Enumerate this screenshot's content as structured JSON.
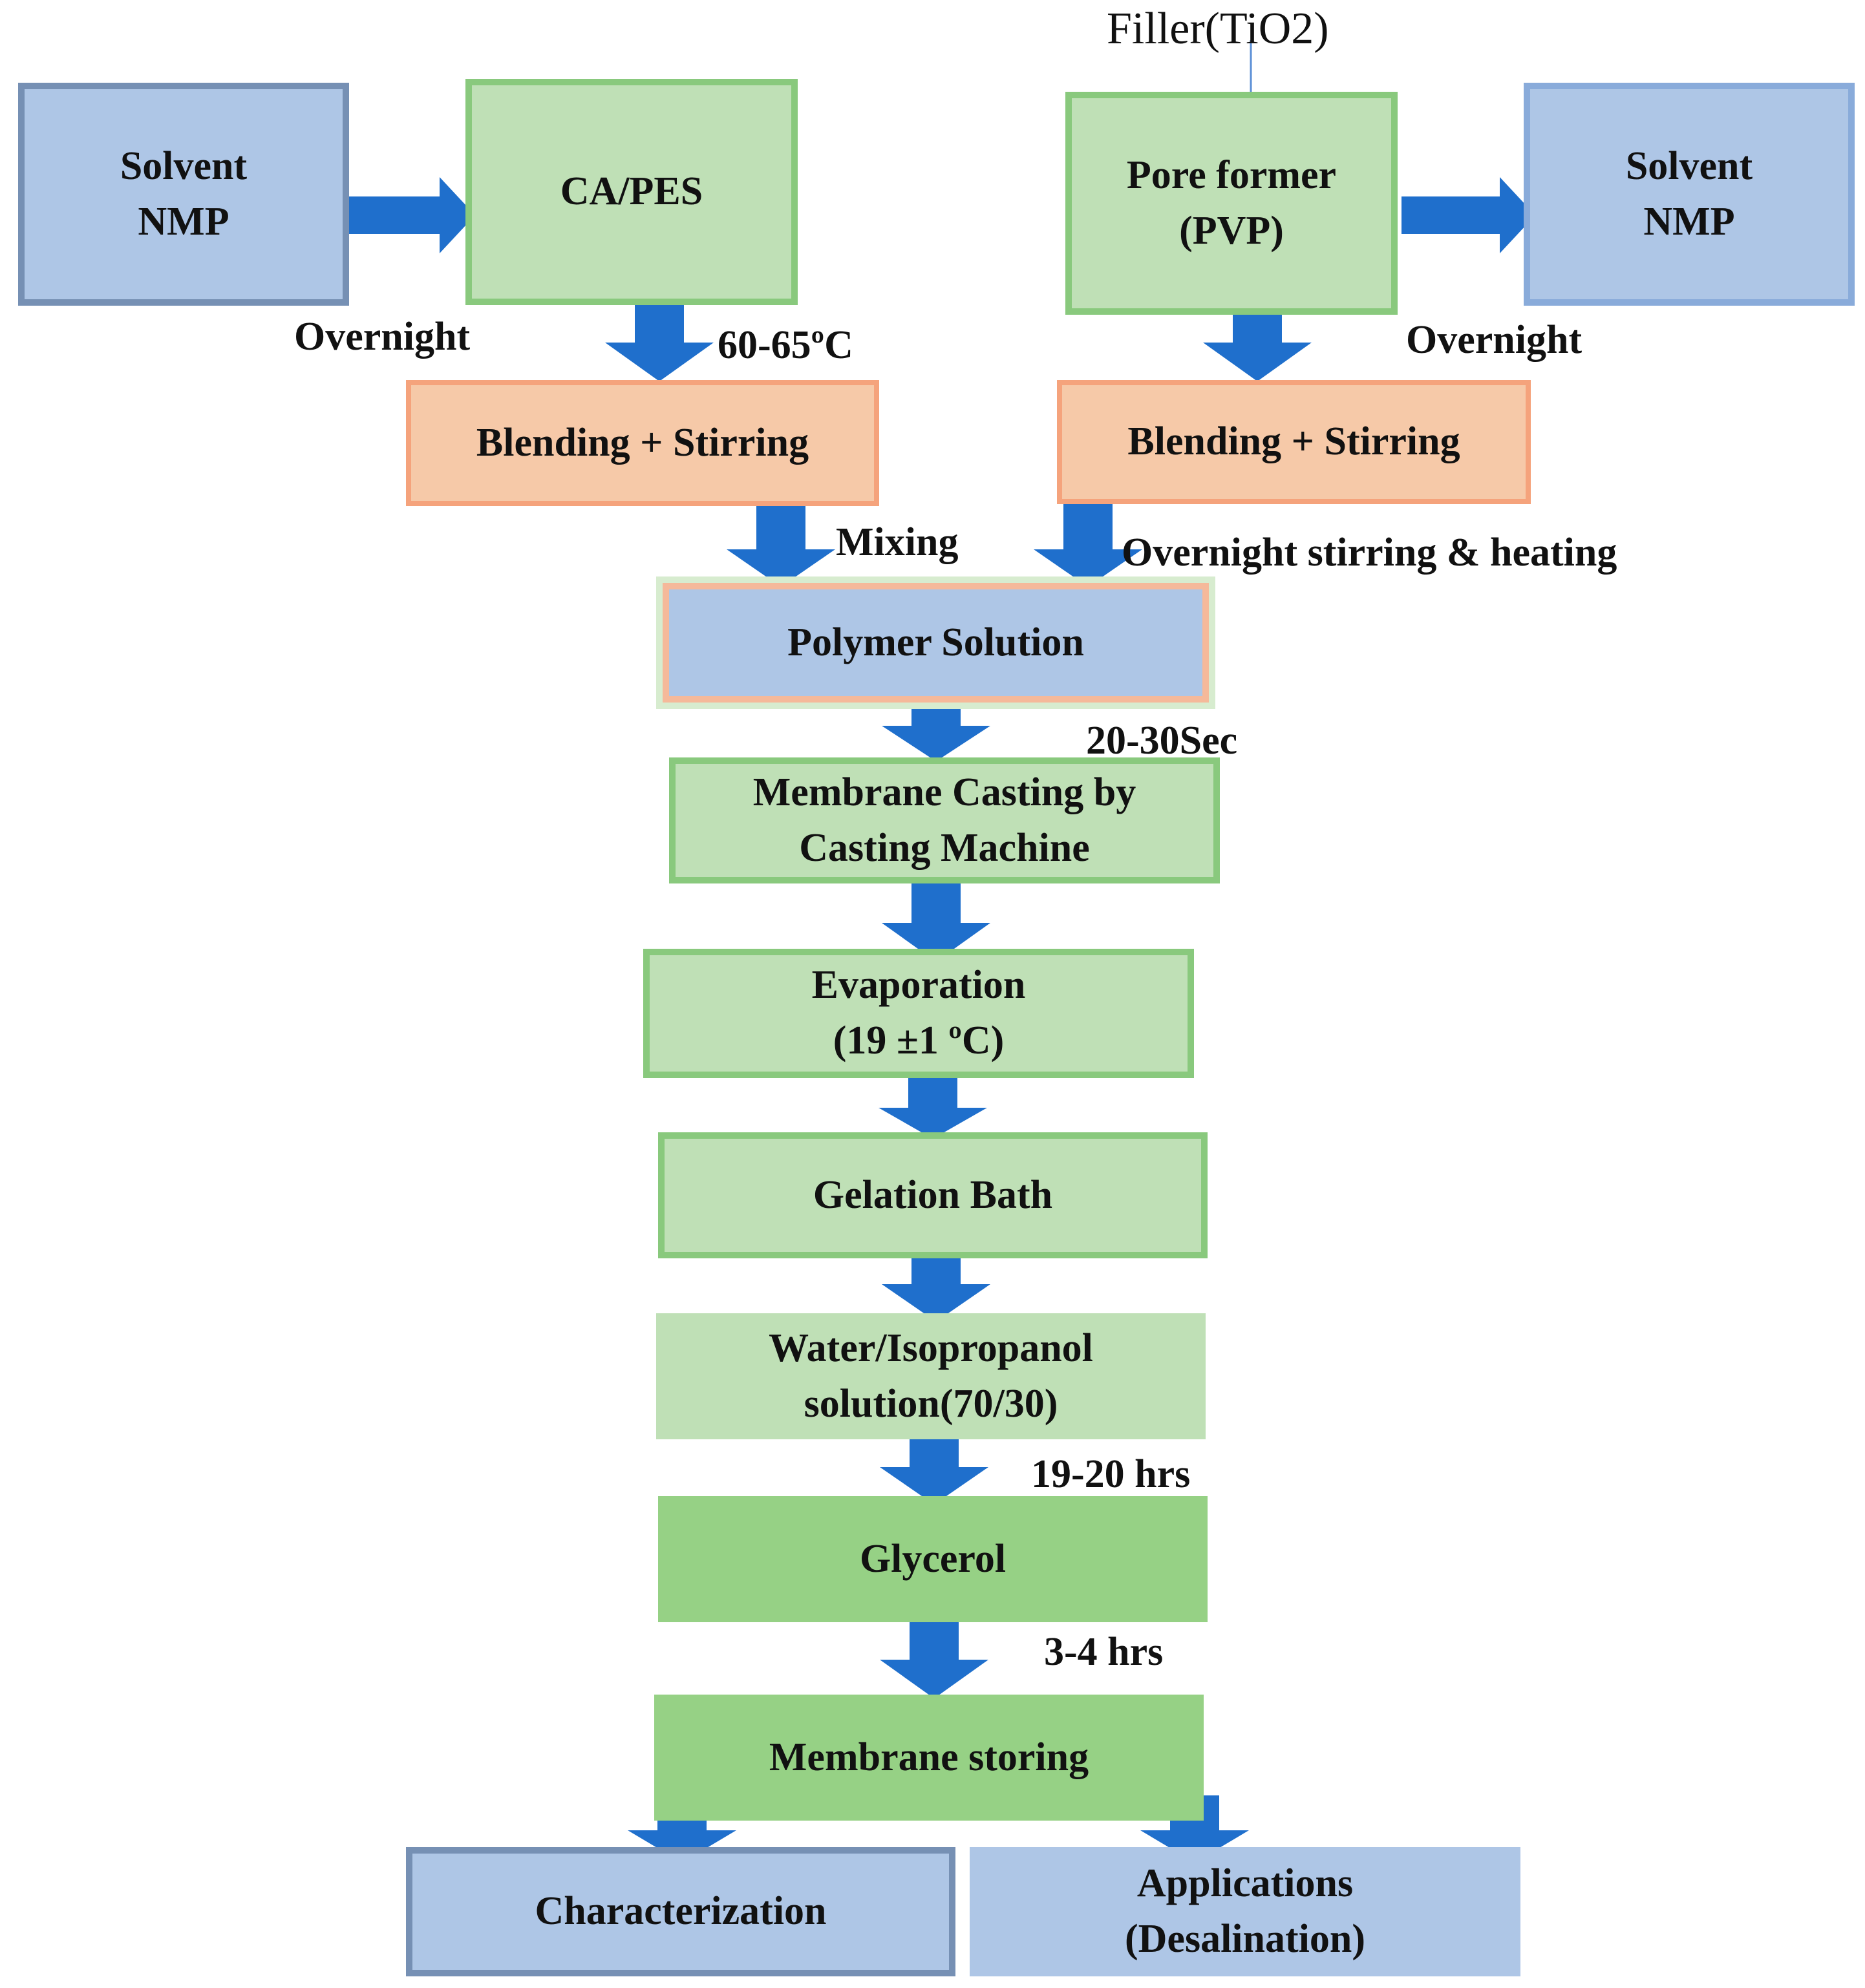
{
  "colors": {
    "arrow": "#1f6fcc",
    "box_blue": "#aec6e6",
    "box_green": "#bfe0b6",
    "box_green_dark": "#96d185",
    "box_orange": "#f6c9a8"
  },
  "filler_label": "Filler(TiO2)",
  "boxes": {
    "solvent_left": {
      "line1": "Solvent",
      "line2": "NMP"
    },
    "ca_pes": {
      "line1": "CA/PES"
    },
    "pore_former": {
      "line1": "Pore former",
      "line2": "(PVP)"
    },
    "solvent_right": {
      "line1": "Solvent",
      "line2": "NMP"
    },
    "blending_left": {
      "line1": "Blending + Stirring"
    },
    "blending_right": {
      "line1": "Blending + Stirring"
    },
    "polymer_solution": {
      "line1": "Polymer  Solution"
    },
    "membrane_casting": {
      "line1": "Membrane Casting by",
      "line2": "Casting Machine"
    },
    "evaporation": {
      "line1": "Evaporation",
      "line2": "(19 ±1 ºC)"
    },
    "gelation_bath": {
      "line1": "Gelation Bath"
    },
    "water_isopropanol": {
      "line1": "Water/Isopropanol",
      "line2": "solution(70/30)"
    },
    "glycerol": {
      "line1": "Glycerol"
    },
    "membrane_storing": {
      "line1": "Membrane storing"
    },
    "characterization": {
      "line1": "Characterization"
    },
    "applications": {
      "line1": "Applications",
      "line2": "(Desalination)"
    }
  },
  "labels": {
    "overnight_left": "Overnight",
    "temp_60_65": "60-65ºC",
    "overnight_right": "Overnight",
    "mixing": "Mixing",
    "overnight_stirring": "Overnight stirring & heating",
    "sec_20_30": "20-30Sec",
    "hrs_19_20": "19-20 hrs",
    "hrs_3_4": "3-4 hrs"
  }
}
